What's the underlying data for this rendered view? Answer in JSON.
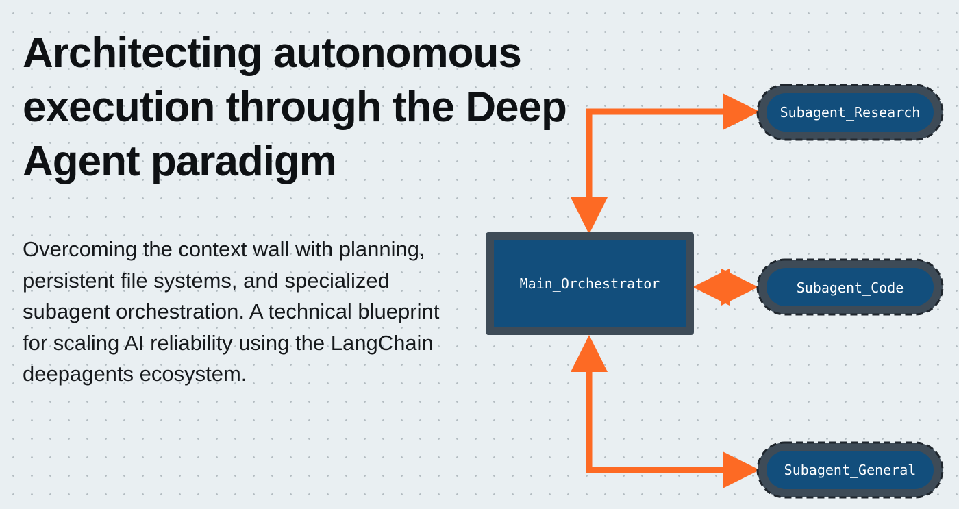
{
  "heading": {
    "title": "Architecting autonomous execution through the Deep Agent paradigm",
    "subtitle": "Overcoming the context wall with planning, persistent file systems, and specialized subagent orchestration. A technical blueprint for scaling AI reliability using the LangChain deepagents ecosystem."
  },
  "diagram": {
    "orchestrator": {
      "label": "Main_Orchestrator"
    },
    "subagents": [
      {
        "label": "Subagent_Research"
      },
      {
        "label": "Subagent_Code"
      },
      {
        "label": "Subagent_General"
      }
    ]
  },
  "colors": {
    "arrow": "#fd6a24",
    "node_fill": "#124e7c",
    "node_border": "#3e4b57",
    "text_dark": "#111417",
    "background": "#e9eff2"
  }
}
